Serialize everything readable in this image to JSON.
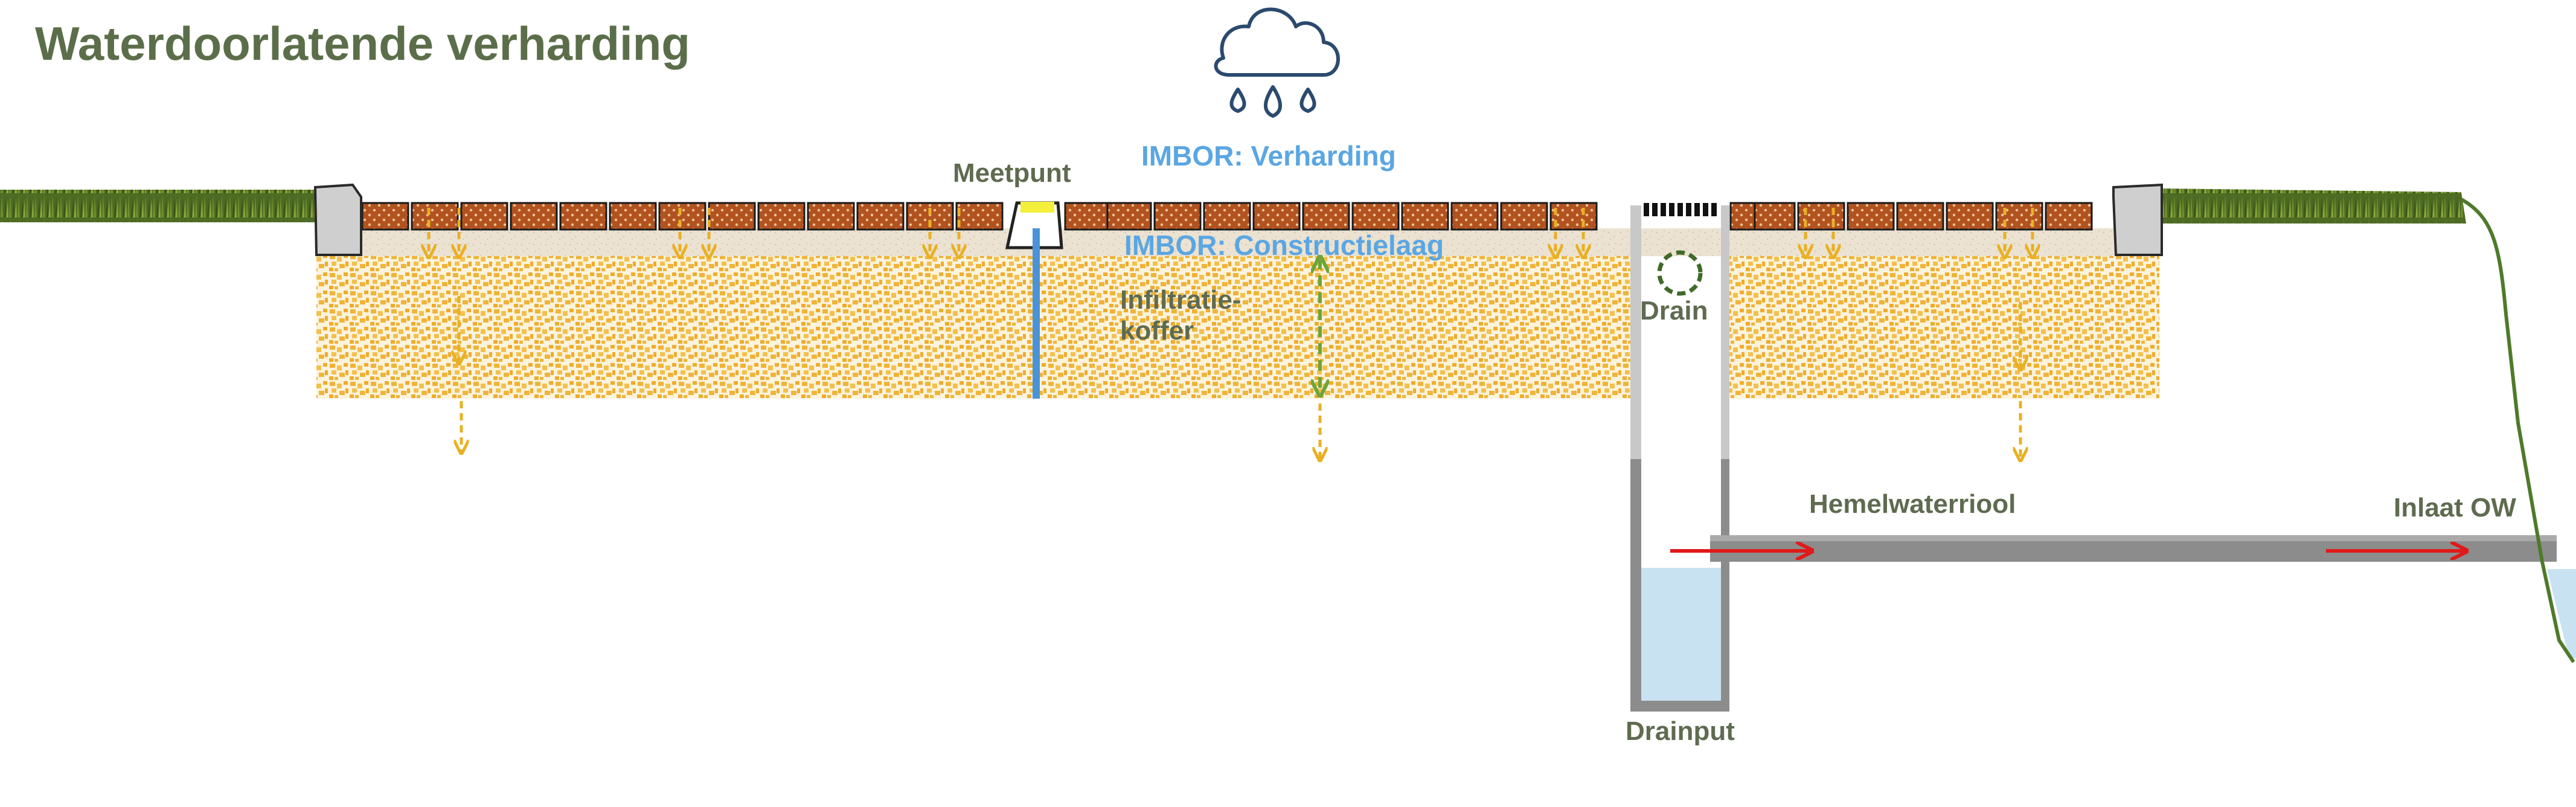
{
  "title": "Waterdoorlatende verharding",
  "labels": {
    "meetpunt": "Meetpunt",
    "imbor_verharding": "IMBOR: Verharding",
    "imbor_constructielaag": "IMBOR: Constructielaag",
    "infiltratiekoffer": "Infiltratie-koffer",
    "drain": "Drain",
    "hemelwaterriool": "Hemelwaterriool",
    "inlaat_ow": "Inlaat OW",
    "drainput": "Drainput"
  },
  "colors": {
    "title_green": "#5b6e4a",
    "label_green": "#5f6b50",
    "imbor_blue": "#5aa6e3",
    "grass": "#4e6b23",
    "brick": "#b2531f",
    "gravel_orange": "#f0b43a",
    "sand": "#ece2d0",
    "curb_grey": "#cfcfcf",
    "pipe_grey": "#8c8c8c",
    "water": "#c9e2f2",
    "flow_red": "#e01a1a",
    "seepage_arrow": "#e8b024",
    "groundwater_arrow": "#6da53a",
    "drain_circle": "#3f6b2a",
    "measure_tube": "#4a93d8",
    "cloud_stroke": "#2b4a6e"
  },
  "icons": [
    "rain-cloud-icon"
  ]
}
